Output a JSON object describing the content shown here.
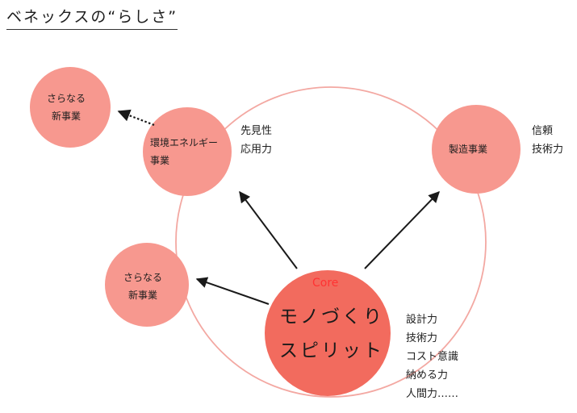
{
  "title": "ベネックスの“らしさ”",
  "colors": {
    "node_fill": "#f7988f",
    "core_fill": "#f26b5e",
    "ring": "#f3a8a2",
    "accent": "#ff3333"
  },
  "nodes": {
    "top_left": {
      "lines": [
        "さらなる",
        "新事業"
      ]
    },
    "energy": {
      "lines": [
        "環境エネルギー",
        "事業"
      ]
    },
    "mfg": {
      "lines": [
        "製造事業"
      ]
    },
    "mid_left": {
      "lines": [
        "さらなる",
        "新事業"
      ]
    },
    "core": {
      "tag": "Core",
      "lines": [
        "モノづくり",
        "スピリット"
      ]
    }
  },
  "traits": {
    "energy": [
      "先見性",
      "応用力"
    ],
    "mfg": [
      "信頼",
      "技術力"
    ],
    "core": [
      "設計力",
      "技術力",
      "コスト意識",
      "納める力",
      "人間力……"
    ]
  }
}
